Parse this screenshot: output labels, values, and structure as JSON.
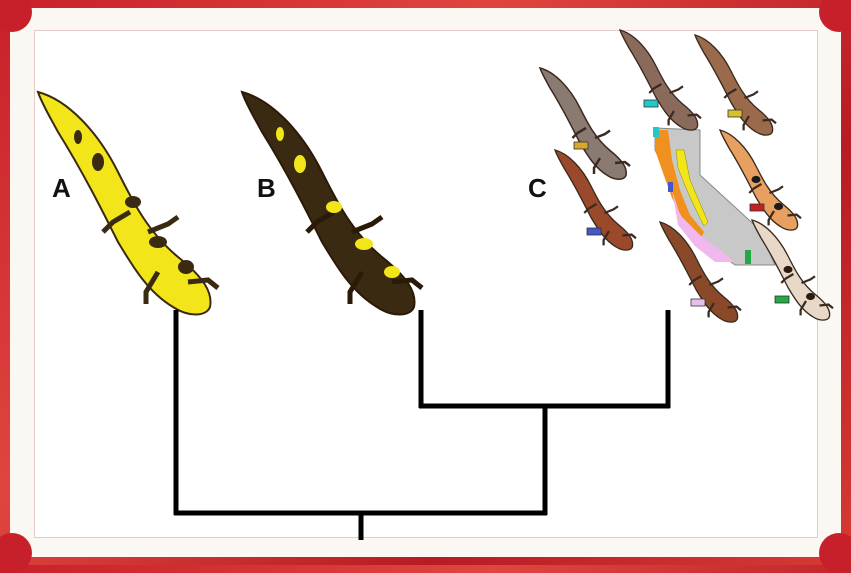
{
  "labels": {
    "a": "A",
    "b": "B",
    "c": "C"
  },
  "colors": {
    "background_red": "#c8202a",
    "frame": "#fbf8f4",
    "tree_line": "#000000",
    "salamander_yellow": "#f2e61a",
    "salamander_dark": "#3a2a12",
    "salamander_brown": "#8a5a3a",
    "map_gray": "#c8c8c8"
  },
  "icons": {
    "taxon_a": "yellow-spotted-salamander-icon",
    "taxon_b": "yellow-dark-salamander-icon",
    "taxon_c": "salamander-subspecies-ring-with-california-map-icon"
  }
}
